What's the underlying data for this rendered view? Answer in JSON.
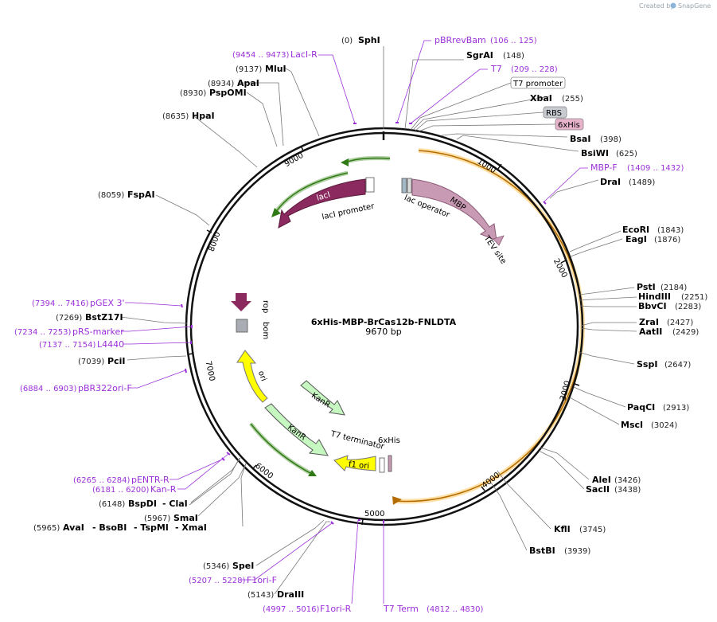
{
  "watermark": "Created by",
  "brand": "SnapGene",
  "plasmid": {
    "name": "6xHis-MBP-BrCas12b-FNLDTA",
    "length": "9670 bp"
  },
  "ticks": [
    "1000",
    "2000",
    "3000",
    "4000",
    "5000",
    "6000",
    "7000",
    "8000",
    "9000"
  ],
  "sites": {
    "SphI": {
      "name": "SphI",
      "pos": "(0)"
    },
    "SgrAI": {
      "name": "SgrAI",
      "pos": "(148)"
    },
    "XbaI": {
      "name": "XbaI",
      "pos": "(255)"
    },
    "BsaI": {
      "name": "BsaI",
      "pos": "(398)"
    },
    "BsiWI": {
      "name": "BsiWI",
      "pos": "(625)"
    },
    "DraI": {
      "name": "DraI",
      "pos": "(1489)"
    },
    "EcoRI": {
      "name": "EcoRI",
      "pos": "(1843)"
    },
    "EagI": {
      "name": "EagI",
      "pos": "(1876)"
    },
    "PstI": {
      "name": "PstI",
      "pos": "(2184)"
    },
    "HindIII": {
      "name": "HindIII",
      "pos": "(2251)"
    },
    "BbvCI": {
      "name": "BbvCI",
      "pos": "(2283)"
    },
    "ZraI": {
      "name": "ZraI",
      "pos": "(2427)"
    },
    "AatII": {
      "name": "AatII",
      "pos": "(2429)"
    },
    "SspI": {
      "name": "SspI",
      "pos": "(2647)"
    },
    "PaqCI": {
      "name": "PaqCI",
      "pos": "(2913)"
    },
    "MscI": {
      "name": "MscI",
      "pos": "(3024)"
    },
    "AleI": {
      "name": "AleI",
      "pos": "(3426)"
    },
    "SacII": {
      "name": "SacII",
      "pos": "(3438)"
    },
    "KflI": {
      "name": "KflI",
      "pos": "(3745)"
    },
    "BstBI": {
      "name": "BstBI",
      "pos": "(3939)"
    },
    "DraIII": {
      "name": "DraIII",
      "pos": "(5143)"
    },
    "SpeI": {
      "name": "SpeI",
      "pos": "(5346)"
    },
    "SmaI": {
      "name": "SmaI",
      "pos": "(5967)"
    },
    "AvaI": {
      "name": "AvaI",
      "pos": "(5965)"
    },
    "BsoBI": {
      "name": "- BsoBI"
    },
    "TspMI": {
      "name": "- TspMI"
    },
    "XmaI": {
      "name": "- XmaI"
    },
    "BspDI": {
      "name": "BspDI",
      "pos": "(6148)"
    },
    "ClaI": {
      "name": "- ClaI"
    },
    "PciI": {
      "name": "PciI",
      "pos": "(7039)"
    },
    "BstZ17I": {
      "name": "BstZ17I",
      "pos": "(7269)"
    },
    "FspAI": {
      "name": "FspAI",
      "pos": "(8059)"
    },
    "HpaI": {
      "name": "HpaI",
      "pos": "(8635)"
    },
    "PspOMI": {
      "name": "PspOMI",
      "pos": "(8930)"
    },
    "ApaI": {
      "name": "ApaI",
      "pos": "(8934)"
    },
    "MluI": {
      "name": "MluI",
      "pos": "(9137)"
    }
  },
  "primers": {
    "pBRrevBam": {
      "name": "pBRrevBam",
      "pos": "(106 .. 125)"
    },
    "T7": {
      "name": "T7",
      "pos": "(209 .. 228)"
    },
    "MBPF": {
      "name": "MBP-F",
      "pos": "(1409 .. 1432)"
    },
    "T7Term": {
      "name": "T7 Term",
      "pos": "(4812 .. 4830)"
    },
    "F1oriR": {
      "name": "F1ori-R",
      "pos": "(4997 .. 5016)"
    },
    "F1oriF": {
      "name": "F1ori-F",
      "pos": "(5207 .. 5228)"
    },
    "KanR": {
      "name": "Kan-R",
      "pos": "(6181 .. 6200)"
    },
    "pENTRR": {
      "name": "pENTR-R",
      "pos": "(6265 .. 6284)"
    },
    "pBR322oriF": {
      "name": "pBR322ori-F",
      "pos": "(6884 .. 6903)"
    },
    "L4440": {
      "name": "L4440",
      "pos": "(7137 .. 7154)"
    },
    "pRSmarker": {
      "name": "pRS-marker",
      "pos": "(7234 .. 7253)"
    },
    "pGEX3": {
      "name": "pGEX 3'",
      "pos": "(7394 .. 7416)"
    },
    "LacIR": {
      "name": "LacI-R",
      "pos": "(9454 .. 9473)"
    }
  },
  "boxed_features": {
    "t7promoter": "T7 promoter",
    "rbs": "RBS",
    "his": "6xHis"
  },
  "features": {
    "lacI": "lacI",
    "lacIpromoter": "lacI promoter",
    "lacoperator": "lac operator",
    "MBP": "MBP",
    "TEV": "TEV site",
    "rop": "rop",
    "bom": "bom",
    "ori": "ori",
    "KanR1": "KanR",
    "KanR2": "KanR",
    "T7terminator": "T7 terminator",
    "his2": "6xHis",
    "f1ori": "f1 ori"
  },
  "colors": {
    "primer": "#9b30d9",
    "lacI": "#8b2a5e",
    "MBP": "#c99ab3",
    "ori": "#ffff00",
    "KanR": "#c6f7c0",
    "orf": "#ffa500",
    "green_arrow": "#3c8a1c"
  }
}
